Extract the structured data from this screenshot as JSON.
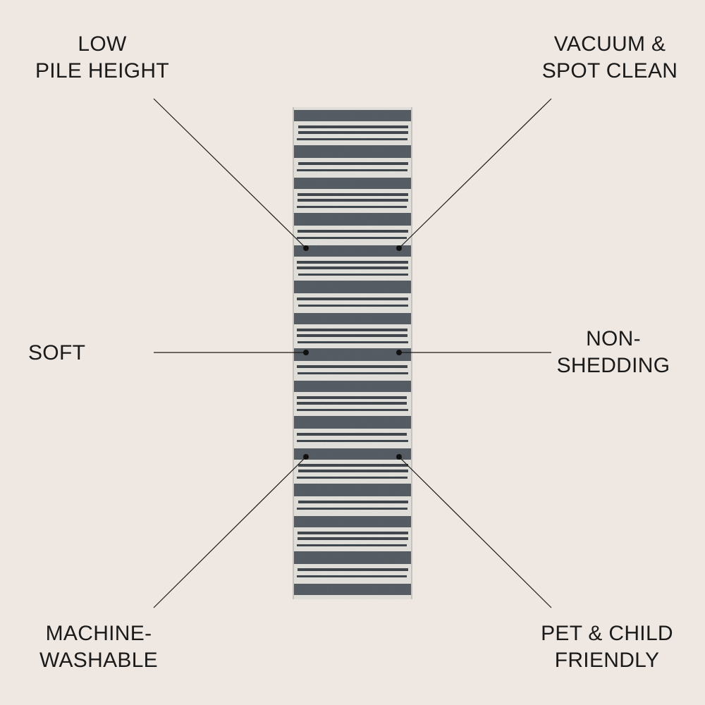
{
  "features": {
    "low_pile": {
      "line1": "LOW",
      "line2": "PILE HEIGHT"
    },
    "vacuum": {
      "line1": "VACUUM &",
      "line2": "SPOT CLEAN"
    },
    "soft": {
      "line1": "SOFT"
    },
    "non_shedding": {
      "line1": "NON-",
      "line2": "SHEDDING"
    },
    "machine_washable": {
      "line1": "MACHINE-",
      "line2": "WASHABLE"
    },
    "pet_child": {
      "line1": "PET & CHILD",
      "line2": "FRIENDLY"
    }
  },
  "colors": {
    "background": "#efe7e2",
    "rug_cream": "#e9e7e2",
    "rug_gray": "#5a6167",
    "rug_dark": "#454b51",
    "callout_line": "#1a1a1a"
  }
}
